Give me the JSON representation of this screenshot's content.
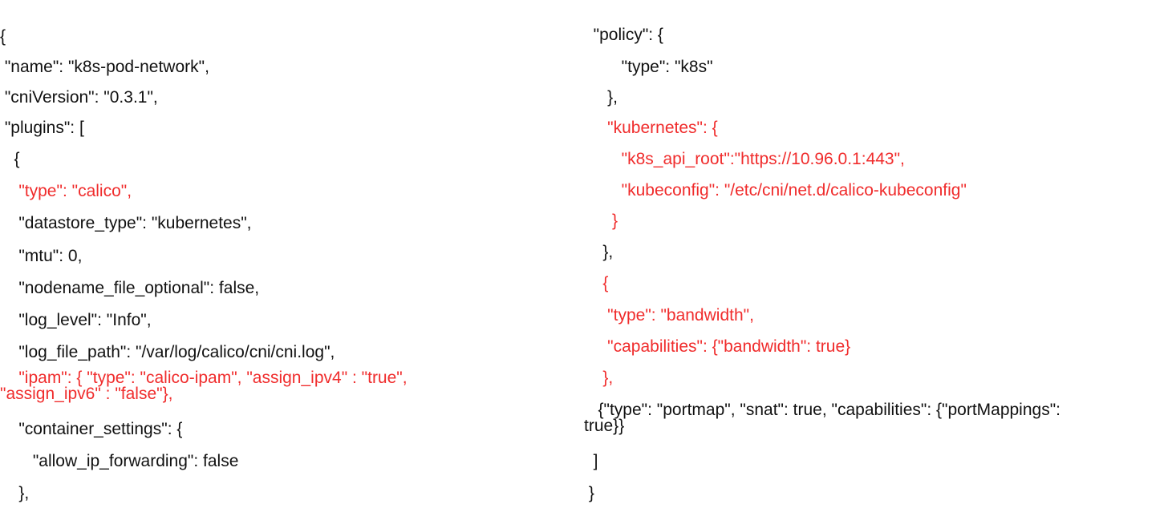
{
  "colors": {
    "default_text": "#111111",
    "highlight_text": "#f02c2c",
    "background": "#ffffff"
  },
  "left_column": {
    "lines": [
      {
        "text": "{",
        "color": "black"
      },
      {
        "text": " \"name\": \"k8s-pod-network\",",
        "color": "black"
      },
      {
        "text": " \"cniVersion\": \"0.3.1\",",
        "color": "black"
      },
      {
        "text": " \"plugins\": [",
        "color": "black"
      },
      {
        "text": "   {",
        "color": "black"
      },
      {
        "text": "    \"type\": \"calico\",",
        "color": "red"
      },
      {
        "text": "    \"datastore_type\": \"kubernetes\",",
        "color": "black"
      },
      {
        "text": "    \"mtu\": 0,",
        "color": "black"
      },
      {
        "text": "    \"nodename_file_optional\": false,",
        "color": "black"
      },
      {
        "text": "    \"log_level\": \"Info\",",
        "color": "black"
      },
      {
        "text": "    \"log_file_path\": \"/var/log/calico/cni/cni.log\",",
        "color": "black"
      },
      {
        "text": "    \"ipam\": { \"type\": \"calico-ipam\", \"assign_ipv4\" : \"true\",\n\"assign_ipv6\" : \"false\"},",
        "color": "red"
      },
      {
        "text": "    \"container_settings\": {",
        "color": "black"
      },
      {
        "text": "       \"allow_ip_forwarding\": false",
        "color": "black"
      },
      {
        "text": "    },",
        "color": "black"
      }
    ]
  },
  "right_column": {
    "lines": [
      {
        "text": "  \"policy\": {",
        "color": "black"
      },
      {
        "text": "        \"type\": \"k8s\"",
        "color": "black"
      },
      {
        "text": "     },",
        "color": "black"
      },
      {
        "text": "     \"kubernetes\": {",
        "color": "red"
      },
      {
        "text": "        \"k8s_api_root\":\"https://10.96.0.1:443\",",
        "color": "red"
      },
      {
        "text": "        \"kubeconfig\": \"/etc/cni/net.d/calico-kubeconfig\"",
        "color": "red"
      },
      {
        "text": "      }",
        "color": "red"
      },
      {
        "text": "    },",
        "color": "black"
      },
      {
        "text": "    {",
        "color": "red"
      },
      {
        "text": "     \"type\": \"bandwidth\",",
        "color": "red"
      },
      {
        "text": "     \"capabilities\": {\"bandwidth\": true}",
        "color": "red"
      },
      {
        "text": "    },",
        "color": "red"
      },
      {
        "text": "   {\"type\": \"portmap\", \"snat\": true, \"capabilities\": {\"portMappings\":\ntrue}}",
        "color": "black"
      },
      {
        "text": "  ]",
        "color": "black"
      },
      {
        "text": " }",
        "color": "black"
      }
    ]
  }
}
